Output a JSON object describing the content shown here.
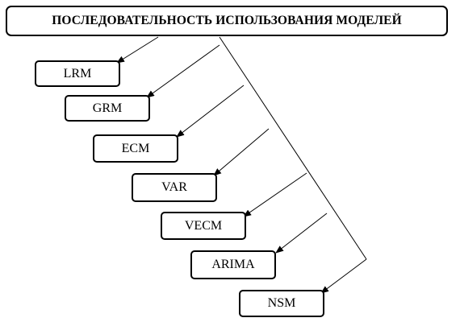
{
  "title": "ПОСЛЕДОВАТЕЛЬНОСТЬ ИСПОЛЬЗОВАНИЯ МОДЕЛЕЙ",
  "models": [
    "LRM",
    "GRM",
    "ECM",
    "VAR",
    "VECM",
    "ARIMA",
    "NSM"
  ]
}
